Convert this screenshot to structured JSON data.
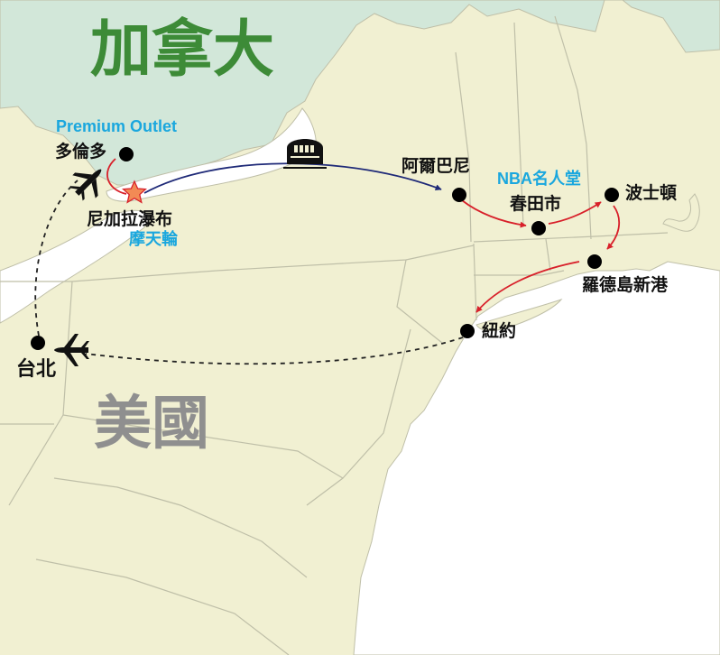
{
  "map": {
    "countries": {
      "canada": "加拿大",
      "usa": "美國"
    },
    "cities": {
      "toronto": "多倫多",
      "niagara": "尼加拉瀑布",
      "albany": "阿爾巴尼",
      "springfield": "春田市",
      "boston": "波士頓",
      "newport": "羅德島新港",
      "newyork": "紐約",
      "taipei": "台北"
    },
    "highlights": {
      "premium_outlet": "Premium Outlet",
      "skywheel": "摩天輪",
      "nba_hall": "NBA名人堂"
    },
    "route_legs": [
      {
        "from": "台北",
        "to": "多倫多",
        "mode": "flight"
      },
      {
        "from": "多倫多",
        "to": "尼加拉瀑布",
        "mode": "road"
      },
      {
        "from": "尼加拉瀑布",
        "to": "阿爾巴尼",
        "mode": "train"
      },
      {
        "from": "阿爾巴尼",
        "to": "春田市",
        "mode": "road"
      },
      {
        "from": "春田市",
        "to": "波士頓",
        "mode": "road"
      },
      {
        "from": "波士頓",
        "to": "羅德島新港",
        "mode": "road"
      },
      {
        "from": "羅德島新港",
        "to": "紐約",
        "mode": "road"
      },
      {
        "from": "紐約",
        "to": "台北",
        "mode": "flight"
      }
    ],
    "icons": [
      "airplane-icon",
      "train-icon",
      "star-icon"
    ],
    "colors": {
      "land": "#f1f0d2",
      "canada": "#d2e7d9",
      "water": "#ffffff",
      "border": "#bfbfa8",
      "road_route": "#d8202a",
      "train_route": "#1f2a78",
      "flight_route": "#222222",
      "canada_label": "#3d8b37",
      "usa_label": "#8f8f8f",
      "highlight_label": "#1aa7de"
    }
  }
}
